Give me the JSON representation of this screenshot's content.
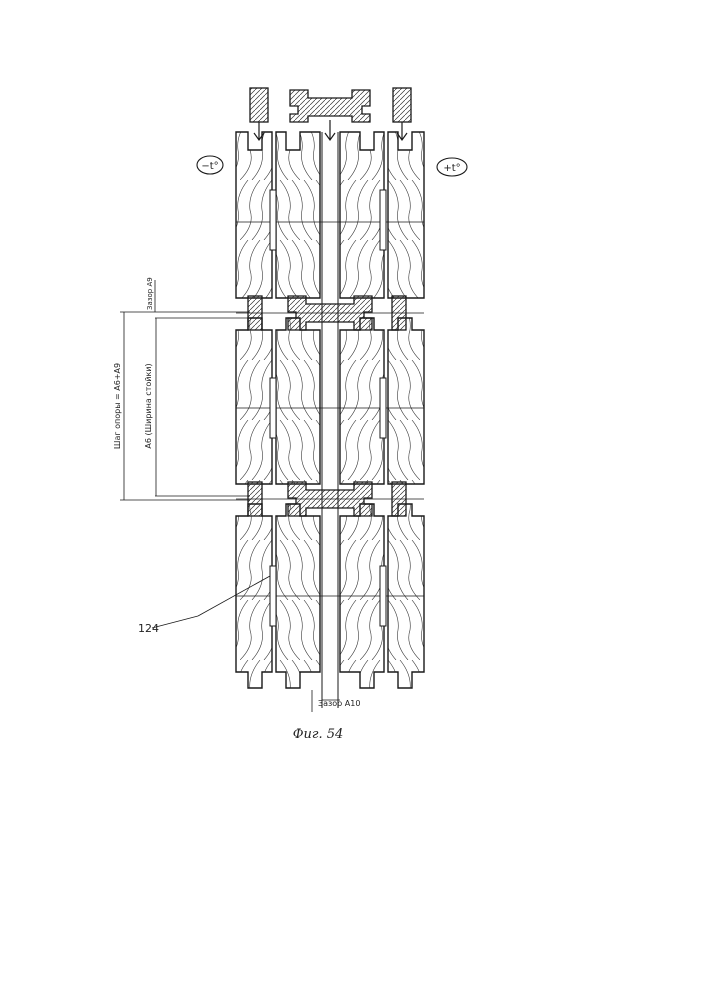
{
  "figure": {
    "caption": "Фиг. 54",
    "label_minus": "−t°",
    "label_plus": "+t°",
    "label_part": "124",
    "gap_top": "Зазор A9",
    "gap_bottom": "Зазор A10",
    "dim_step": "Шаг опоры = A6+A9",
    "dim_width": "A6 (Ширина стойки)"
  },
  "colors": {
    "line": "#1a1a1a",
    "hatch": "#333333",
    "background": "#ffffff"
  }
}
